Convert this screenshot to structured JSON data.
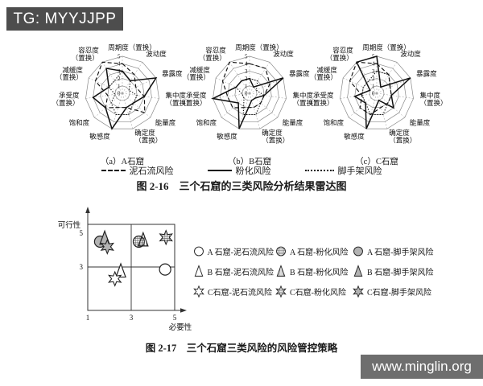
{
  "watermarks": {
    "tg_label": "TG: MYYJJPP",
    "tg_bg": "#4d4d4d",
    "site_label": "www.minglin.org",
    "site_bg": "#6e6e6e"
  },
  "figure_2_16": {
    "caption": "图 2-16　三个石窟的三类风险分析结果雷达图",
    "legend": [
      {
        "name": "泥石流风险",
        "line": "dashed"
      },
      {
        "name": "粉化风险",
        "line": "solid"
      },
      {
        "name": "脚手架风险",
        "line": "dotted"
      }
    ]
  },
  "figure_2_17": {
    "caption": "图 2-17　三个石窟三类风险的风险管控策略"
  },
  "chart_data": [
    {
      "type": "radar",
      "title": "（a）A石窟",
      "axes": [
        "周期度（置换）",
        "波动度",
        "暴露度",
        "集中度（置换）",
        "能量度",
        "确定度（置换）",
        "敏感度",
        "饱和度",
        "承受度（置换）",
        "减缓度（置换）",
        "容忍度（置换）"
      ],
      "ticks": [
        0,
        1,
        2,
        3,
        4,
        5
      ],
      "rmax": 5,
      "series": [
        {
          "name": "泥石流风险",
          "line": "dashed",
          "values": [
            4,
            3,
            2,
            3,
            4,
            2,
            2,
            3,
            2,
            4,
            5
          ]
        },
        {
          "name": "粉化风险",
          "line": "solid",
          "values": [
            3,
            2,
            5,
            3,
            2,
            2,
            5,
            3,
            4,
            2,
            4
          ]
        },
        {
          "name": "脚手架风险",
          "line": "dotted",
          "values": [
            3,
            2,
            1,
            2,
            2,
            3,
            3,
            2,
            1,
            2,
            2
          ]
        }
      ]
    },
    {
      "type": "radar",
      "title": "（b）B石窟",
      "axes": [
        "周期度（置换）",
        "波动度",
        "暴露度",
        "集中度（置换）",
        "能量度",
        "确定度（置换）",
        "敏感度",
        "饱和度",
        "承受度（置换）",
        "减缓度（置换）",
        "容忍度（置换）"
      ],
      "ticks": [
        0,
        1,
        2,
        3,
        4,
        5
      ],
      "rmax": 5,
      "series": [
        {
          "name": "泥石流风险",
          "line": "dashed",
          "values": [
            4,
            4,
            3,
            2,
            2,
            2,
            2,
            3,
            3,
            4,
            5
          ]
        },
        {
          "name": "粉化风险",
          "line": "solid",
          "values": [
            2,
            1,
            5,
            2,
            1,
            1,
            5,
            2,
            5,
            2,
            2
          ]
        },
        {
          "name": "脚手架风险",
          "line": "dotted",
          "values": [
            2,
            2,
            1,
            2,
            2,
            3,
            3,
            1,
            1,
            2,
            2
          ]
        }
      ]
    },
    {
      "type": "radar",
      "title": "（c）C石窟",
      "axes": [
        "周期度（置换）",
        "波动度",
        "暴露度",
        "集中度（置换）",
        "能量度",
        "确定度（置换）",
        "敏感度",
        "饱和度",
        "承受度（置换）",
        "减缓度（置换）",
        "容忍度（置换）"
      ],
      "ticks": [
        0,
        1,
        2,
        3,
        4,
        5
      ],
      "rmax": 5,
      "series": [
        {
          "name": "泥石流风险",
          "line": "dashed",
          "values": [
            4,
            3,
            2,
            2,
            2,
            2,
            3,
            3,
            2,
            4,
            5
          ]
        },
        {
          "name": "粉化风险",
          "line": "solid",
          "values": [
            5,
            1,
            5,
            2,
            3,
            1,
            5,
            2,
            3,
            1,
            5
          ]
        },
        {
          "name": "脚手架风险",
          "line": "dotted",
          "values": [
            3,
            3,
            2,
            2,
            2,
            3,
            3,
            2,
            2,
            2,
            2
          ]
        }
      ]
    },
    {
      "type": "scatter",
      "xlabel": "必要性",
      "ylabel": "可行性",
      "xticks": [
        1,
        3,
        5
      ],
      "yticks": [
        3,
        5
      ],
      "xlim": [
        1,
        5
      ],
      "ylim": [
        1,
        5.5
      ],
      "quadrant_lines": {
        "x": 3,
        "y": 3
      },
      "points": [
        {
          "label": "A 石窟-泥石流风险",
          "shape": "circle",
          "fill": "open",
          "x": 4.56,
          "y": 2.85
        },
        {
          "label": "A 石窟-粉化风险",
          "shape": "circle",
          "fill": "crosshatch",
          "x": 3.35,
          "y": 4.5
        },
        {
          "label": "A 石窟-脚手架风险",
          "shape": "circle",
          "fill": "gray",
          "x": 1.57,
          "y": 4.5
        },
        {
          "label": "B 石窟-泥石流风险",
          "shape": "triangle",
          "fill": "open",
          "x": 2.52,
          "y": 2.76
        },
        {
          "label": "B 石窟-粉化风险",
          "shape": "triangle",
          "fill": "stripes",
          "x": 3.55,
          "y": 4.6
        },
        {
          "label": "B 石窟-脚手架风险",
          "shape": "triangle",
          "fill": "gray",
          "x": 1.78,
          "y": 4.7
        },
        {
          "label": "C石窟-泥石流风险",
          "shape": "star",
          "fill": "open",
          "x": 2.25,
          "y": 2.3
        },
        {
          "label": "C石窟-粉化风险",
          "shape": "star",
          "fill": "crosshatch",
          "x": 4.6,
          "y": 4.75
        },
        {
          "label": "C石窟-脚手架风险",
          "shape": "star",
          "fill": "gray",
          "x": 1.9,
          "y": 4.2
        }
      ],
      "legend": [
        {
          "label": "A 石窟-泥石流风险",
          "shape": "circle",
          "fill": "open"
        },
        {
          "label": "A 石窟-粉化风险",
          "shape": "circle",
          "fill": "crosshatch"
        },
        {
          "label": "A 石窟-脚手架风险",
          "shape": "circle",
          "fill": "gray"
        },
        {
          "label": "B 石窟-泥石流风险",
          "shape": "triangle",
          "fill": "open"
        },
        {
          "label": "B 石窟-粉化风险",
          "shape": "triangle",
          "fill": "stripes"
        },
        {
          "label": "B 石窟-脚手架风险",
          "shape": "triangle",
          "fill": "gray"
        },
        {
          "label": "C石窟-泥石流风险",
          "shape": "star",
          "fill": "open"
        },
        {
          "label": "C石窟-粉化风险",
          "shape": "star",
          "fill": "crosshatch"
        },
        {
          "label": "C石窟-脚手架风险",
          "shape": "star",
          "fill": "gray"
        }
      ]
    }
  ]
}
